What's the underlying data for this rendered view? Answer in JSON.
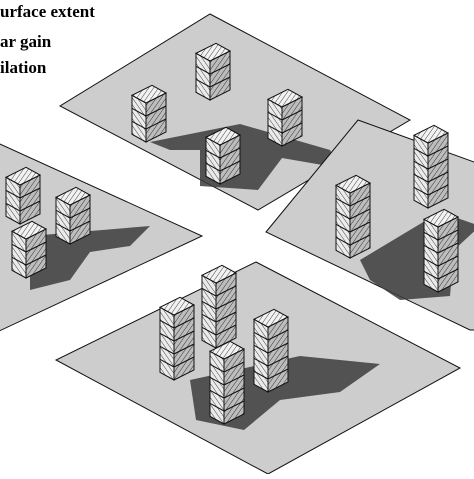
{
  "legend": {
    "lines": [
      "urface extent",
      "ar gain",
      "ilation"
    ]
  },
  "colors": {
    "plate": "#cdcdcd",
    "plate_edge": "#111111",
    "shadow": "#3c3c3c",
    "top_face": "#f2f2f2",
    "left_face": "#ebebeb",
    "right_face": "#bdbdbd",
    "hatch": "#444444"
  },
  "plates": [
    {
      "name": "north-plate",
      "blocks": [
        {
          "name": "block-north-left",
          "storeys": 3
        },
        {
          "name": "block-north-top",
          "storeys": 3
        },
        {
          "name": "block-north-right",
          "storeys": 3
        },
        {
          "name": "block-north-front",
          "storeys": 3
        }
      ]
    },
    {
      "name": "west-plate",
      "blocks": [
        {
          "name": "block-west-back",
          "storeys": 3
        },
        {
          "name": "block-west-right",
          "storeys": 3
        },
        {
          "name": "block-west-front",
          "storeys": 3
        }
      ]
    },
    {
      "name": "east-plate",
      "blocks": [
        {
          "name": "block-east-left",
          "storeys": 5
        },
        {
          "name": "block-east-top",
          "storeys": 5
        },
        {
          "name": "block-east-front",
          "storeys": 5
        }
      ]
    },
    {
      "name": "south-plate",
      "blocks": [
        {
          "name": "block-south-left",
          "storeys": 5
        },
        {
          "name": "block-south-top",
          "storeys": 5
        },
        {
          "name": "block-south-right",
          "storeys": 5
        },
        {
          "name": "block-south-front",
          "storeys": 5
        }
      ]
    }
  ]
}
